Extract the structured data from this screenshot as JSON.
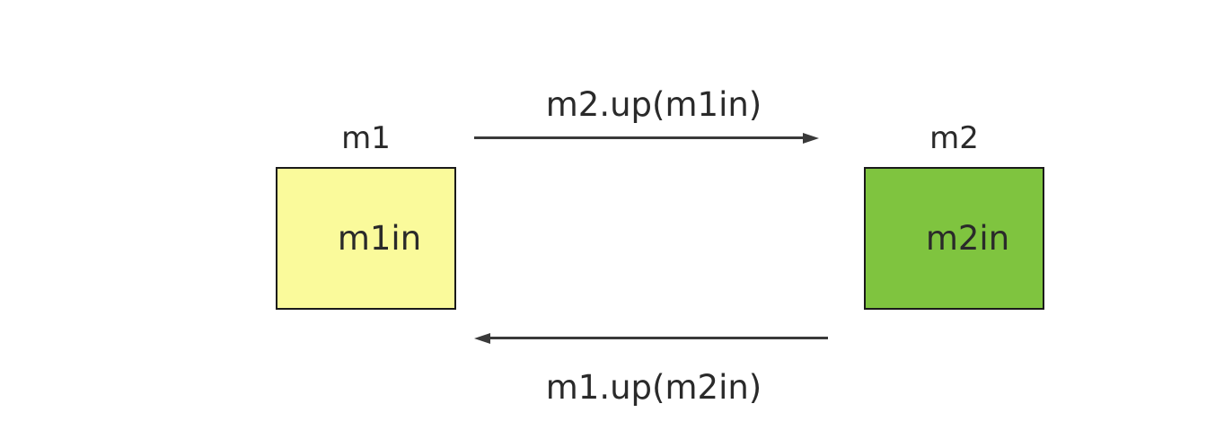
{
  "diagram": {
    "colors": {
      "background": "#ffffff",
      "border": "#1a1a1a",
      "arrow": "#3a3a3a",
      "text": "#2a2a2a"
    },
    "nodes": [
      {
        "id": "m1",
        "title": "m1",
        "content": "m1in",
        "fill": "#fafa9b"
      },
      {
        "id": "m2",
        "title": "m2",
        "content": "m2in",
        "fill": "#7fc43f"
      }
    ],
    "arrows": [
      {
        "id": "call-m2-up",
        "label": "m2.up(m1in)",
        "from": "m1",
        "to": "m2",
        "direction": "right"
      },
      {
        "id": "call-m1-up",
        "label": "m1.up(m2in)",
        "from": "m2",
        "to": "m1",
        "direction": "left"
      }
    ]
  }
}
